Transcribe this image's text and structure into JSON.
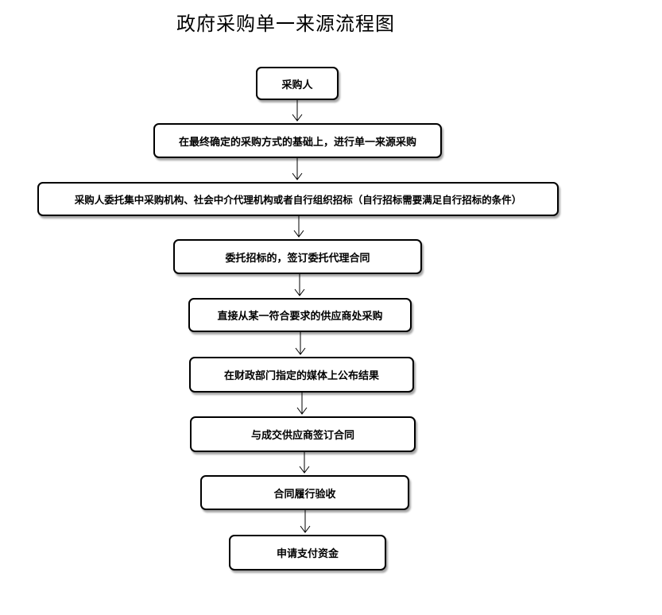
{
  "title": "政府采购单一来源流程图",
  "steps": [
    "采购人",
    "在最终确定的采购方式的基础上，进行单一来源采购",
    "采购人委托集中采购机构、社会中介代理机构或者自行组织招标（自行招标需要满足自行招标的条件）",
    "委托招标的，签订委托代理合同",
    "直接从某一符合要求的供应商处采购",
    "在财政部门指定的媒体上公布结果",
    "与成交供应商签订合同",
    "合同履行验收",
    "申请支付资金"
  ]
}
